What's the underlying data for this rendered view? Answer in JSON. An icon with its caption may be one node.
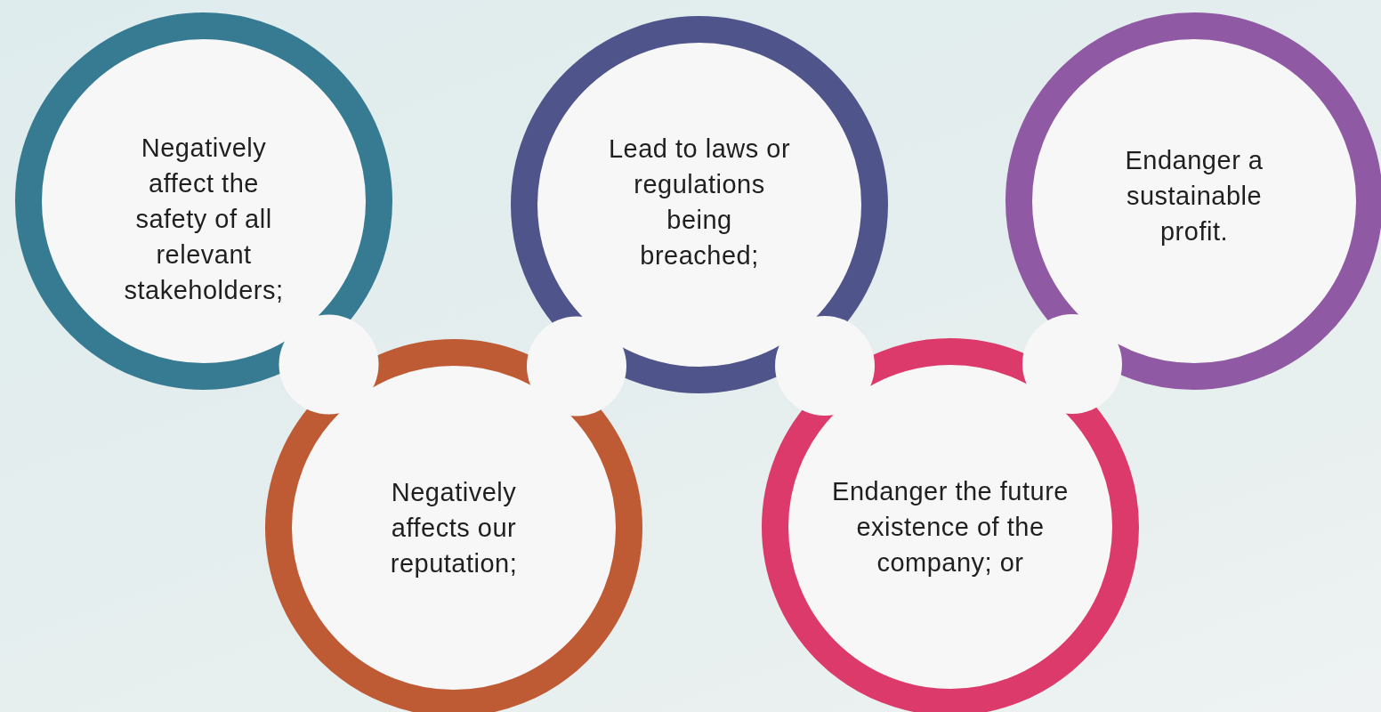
{
  "diagram": {
    "nodes": [
      {
        "text": [
          "Negatively affect the safety of all relevant stakeholders;"
        ]
      },
      {
        "text": [
          "Negatively affects our reputation;"
        ]
      },
      {
        "text": [
          "Lead to laws or regulations being breached;"
        ]
      },
      {
        "text": [
          "Endanger the future existence of the company; or"
        ]
      },
      {
        "text": [
          "Endanger a sustainable profit."
        ]
      }
    ]
  }
}
